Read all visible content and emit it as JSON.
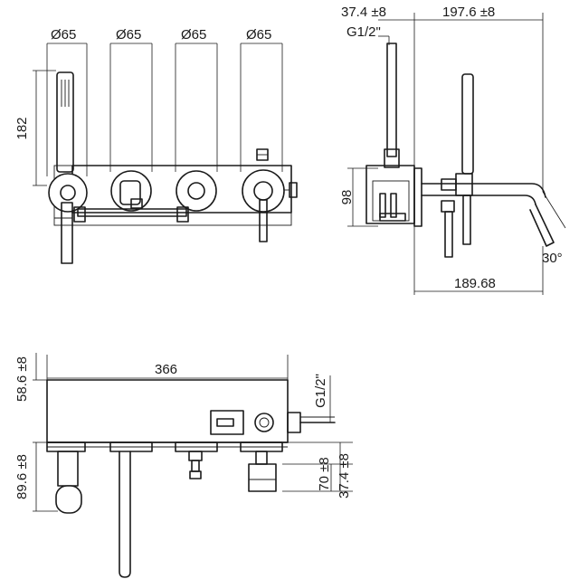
{
  "front_view": {
    "diameter_labels": [
      "Ø65",
      "Ø65",
      "Ø65",
      "Ø65"
    ],
    "height_label": "182"
  },
  "side_view": {
    "depth_label": "37.4 ±8",
    "projection_label": "197.6 ±8",
    "thread_label": "G1/2\"",
    "height_label": "98",
    "angle_label": "30°",
    "spout_reach_label": "189.68"
  },
  "plan_view": {
    "width_label": "366",
    "wall_depth_label": "58.6 ±8",
    "hand_shower_depth_label": "89.6 ±8",
    "thread_label": "G1/2\"",
    "mixer_depth_label": "70 ±8",
    "plate_depth_label": "37.4 ±8"
  }
}
